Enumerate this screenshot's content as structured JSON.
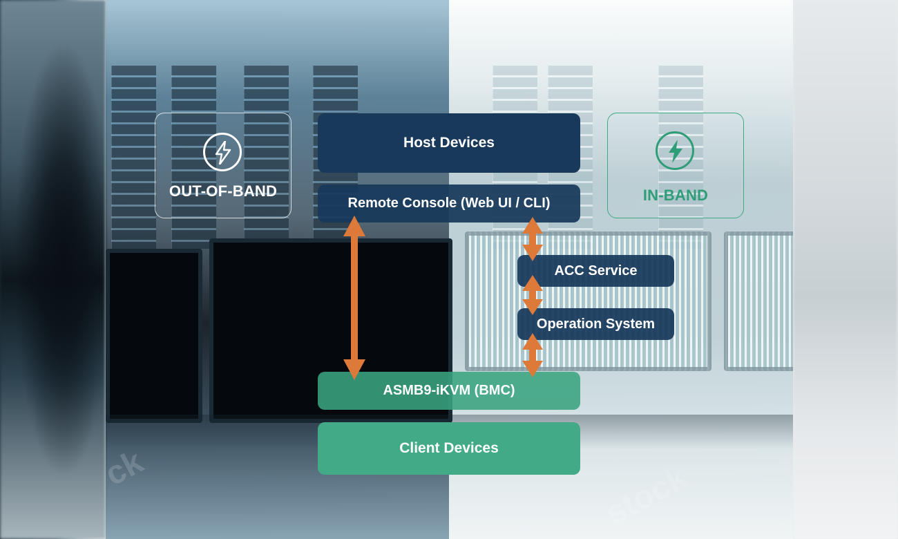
{
  "modes": {
    "out_of_band": {
      "label": "OUT-OF-BAND",
      "icon": "lightning-bolt-icon"
    },
    "in_band": {
      "label": "IN-BAND",
      "icon": "lightning-bolt-icon"
    }
  },
  "stack": {
    "host": "Host Devices",
    "remote_console": "Remote Console (Web UI / CLI)",
    "acc_service": "ACC Service",
    "operation_system": "Operation System",
    "bmc": "ASMB9-iKVM (BMC)",
    "client": "Client Devices"
  },
  "colors": {
    "navy": "#18395a",
    "green": "#43aa88",
    "in_band_green": "#2f9e78",
    "arrow_orange": "#dd7a3a"
  }
}
